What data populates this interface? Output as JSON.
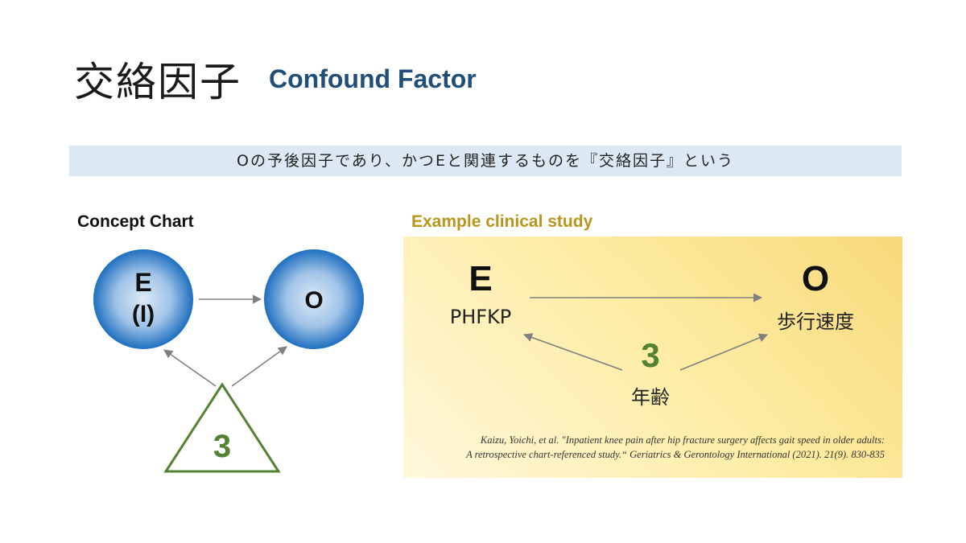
{
  "title": {
    "jp": "交絡因子",
    "en": "Confound Factor"
  },
  "definition": "Oの予後因子であり、かつEと関連するものを『交絡因子』という",
  "concept_chart": {
    "heading": "Concept Chart",
    "exposure": {
      "line1": "E",
      "line2": "(I)"
    },
    "outcome": "O",
    "confounder": "3",
    "colors": {
      "circle_center": "#deeaf6",
      "circle_edge": "#1f6fbf",
      "triangle": "#548235",
      "arrow": "#808080"
    }
  },
  "example_study": {
    "heading": "Example clinical study",
    "exposure": {
      "letter": "E",
      "label": "PHFKP"
    },
    "outcome": {
      "letter": "O",
      "label": "歩行速度"
    },
    "confounder": {
      "number": "3",
      "label": "年齢"
    },
    "citation": [
      "Kaizu, Yoichi, et al. \"Inpatient knee pain after hip fracture surgery affects gait speed in older adults:",
      "A retrospective chart-referenced study.“ Geriatrics & Gerontology International (2021). 21(9). 830-835"
    ]
  }
}
